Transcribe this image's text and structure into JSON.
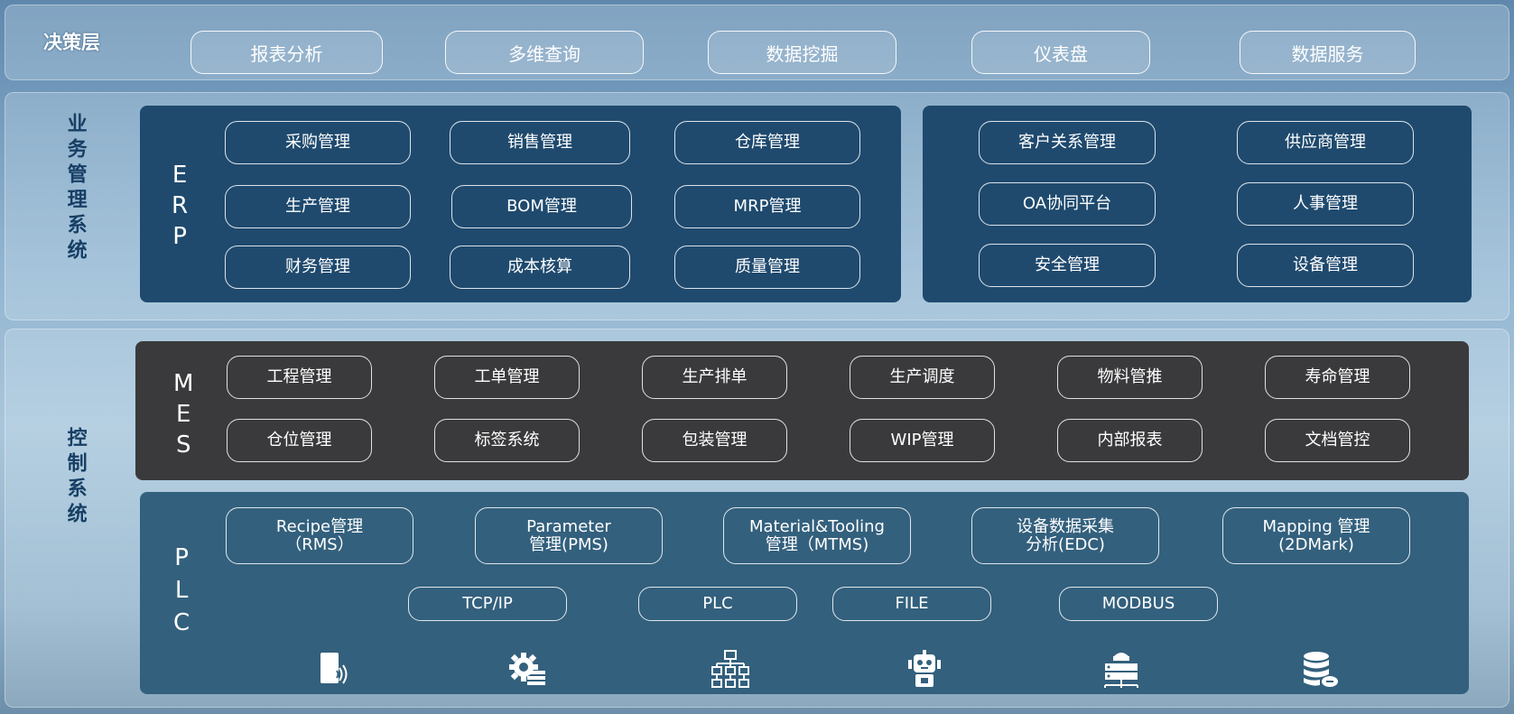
{
  "decision": {
    "label": "决策层",
    "items": [
      "报表分析",
      "多维查询",
      "数据挖掘",
      "仪表盘",
      "数据服务"
    ]
  },
  "business": {
    "label": "业务管理系统",
    "erp_letters": [
      "E",
      "R",
      "P"
    ],
    "erp_items": [
      "采购管理",
      "销售管理",
      "仓库管理",
      "生产管理",
      "BOM管理",
      "MRP管理",
      "财务管理",
      "成本核算",
      "质量管理"
    ],
    "right_items": [
      "客户关系管理",
      "供应商管理",
      "OA协同平台",
      "人事管理",
      "安全管理",
      "设备管理"
    ]
  },
  "control": {
    "label": "控制系统",
    "mes_letters": [
      "M",
      "E",
      "S"
    ],
    "mes_items": [
      "工程管理",
      "工单管理",
      "生产排单",
      "生产调度",
      "物料管推",
      "寿命管理",
      "仓位管理",
      "标签系统",
      "包装管理",
      "WIP管理",
      "内部报表",
      "文档管控"
    ],
    "plc_letters": [
      "P",
      "L",
      "C"
    ],
    "plc_items": [
      "Recipe管理\n（RMS）",
      "Parameter\n管理(PMS)",
      "Material&Tooling\n管理（MTMS)",
      "设备数据采集\n分析(EDC)",
      "Mapping 管理\n(2DMark)"
    ],
    "protocols": [
      "TCP/IP",
      "PLC",
      "FILE",
      "MODBUS"
    ],
    "icons": [
      "rfid-card-icon",
      "gear-settings-icon",
      "network-hierarchy-icon",
      "robot-icon",
      "server-network-icon",
      "database-icon"
    ]
  }
}
